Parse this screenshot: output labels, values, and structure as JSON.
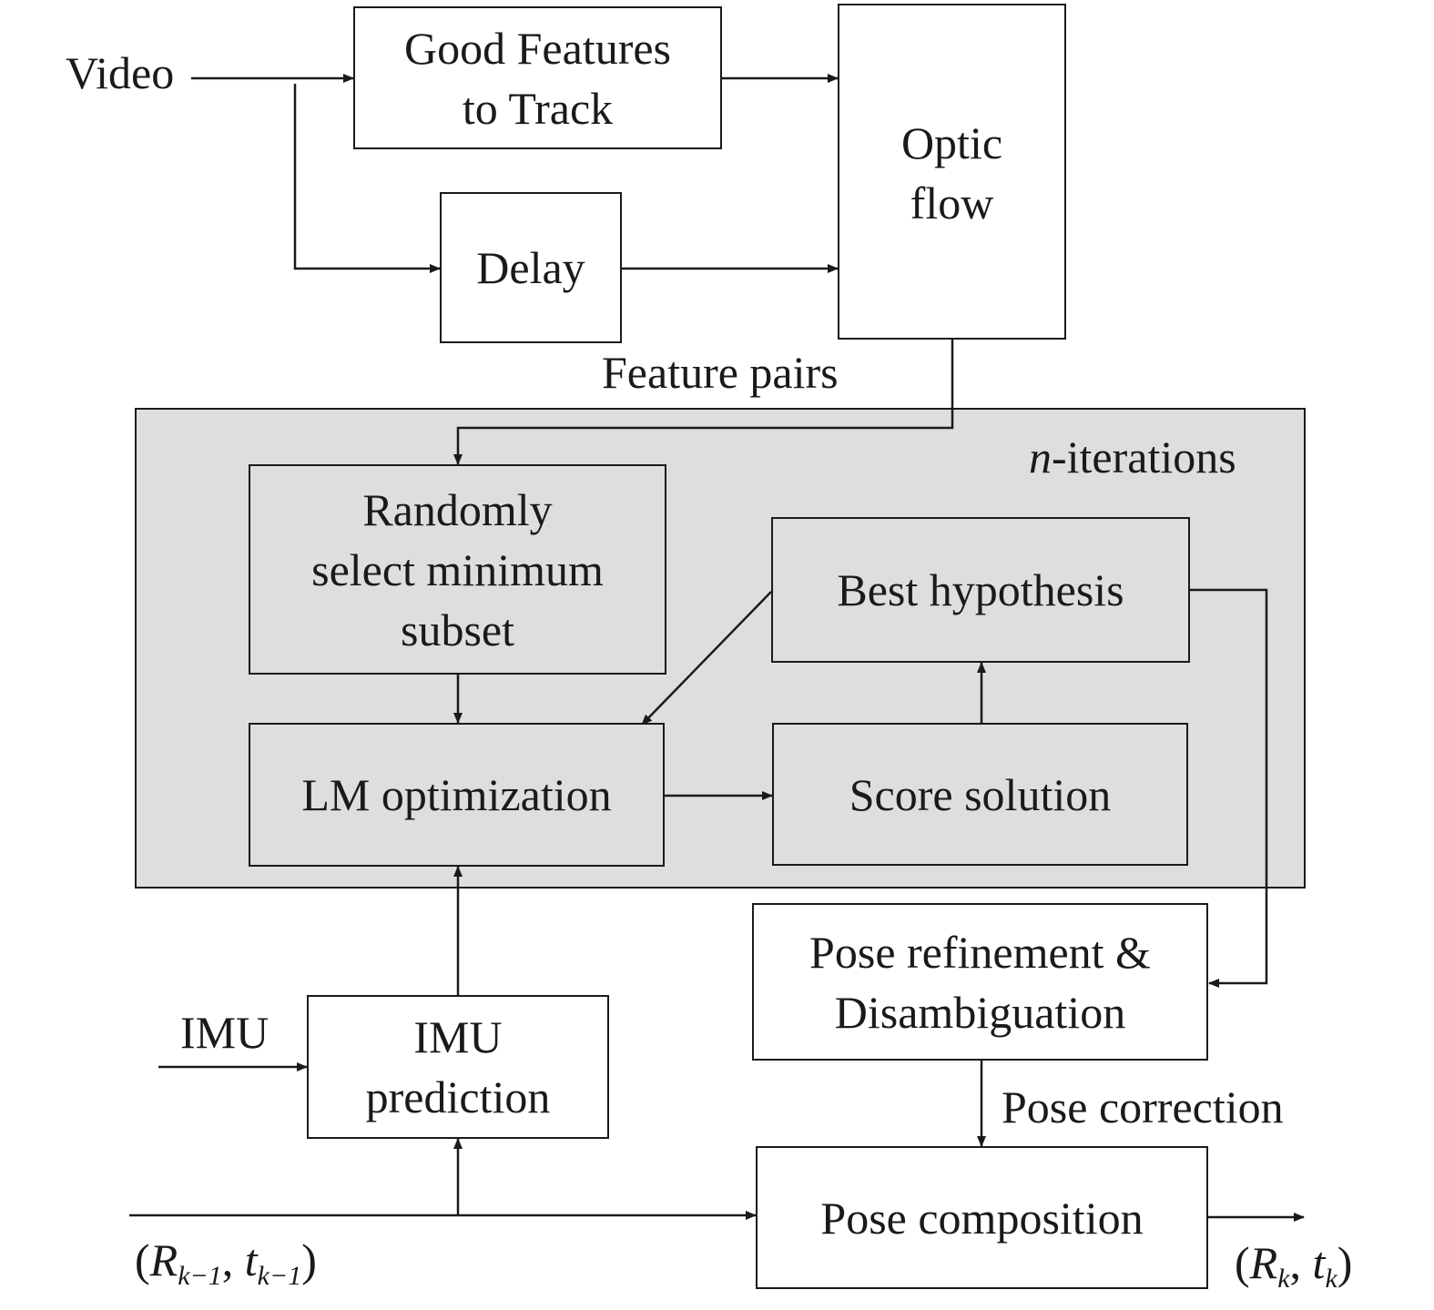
{
  "diagram": {
    "inputs": {
      "video": "Video",
      "imu": "IMU",
      "prev_pose": {
        "open": "(",
        "R": "R",
        "R_sub": "k−1",
        "sep": ", ",
        "t": "t",
        "t_sub": "k−1",
        "close": ")"
      }
    },
    "outputs": {
      "pose": {
        "open": "(",
        "R": "R",
        "R_sub": "k",
        "sep": ", ",
        "t": "t",
        "t_sub": "k",
        "close": ")"
      }
    },
    "blocks": {
      "good_features": "Good Features\nto Track",
      "delay": "Delay",
      "optic_flow": "Optic\nflow",
      "random_select": "Randomly\nselect minimum\nsubset",
      "best_hypothesis": "Best hypothesis",
      "lm_optimization": "LM optimization",
      "score_solution": "Score solution",
      "pose_refinement": "Pose refinement &\nDisambiguation",
      "imu_prediction": "IMU\nprediction",
      "pose_composition": "Pose composition"
    },
    "edge_labels": {
      "feature_pairs": "Feature pairs",
      "pose_correction": "Pose correction"
    },
    "loop_label": {
      "n": "n",
      "rest": "-iterations"
    }
  }
}
